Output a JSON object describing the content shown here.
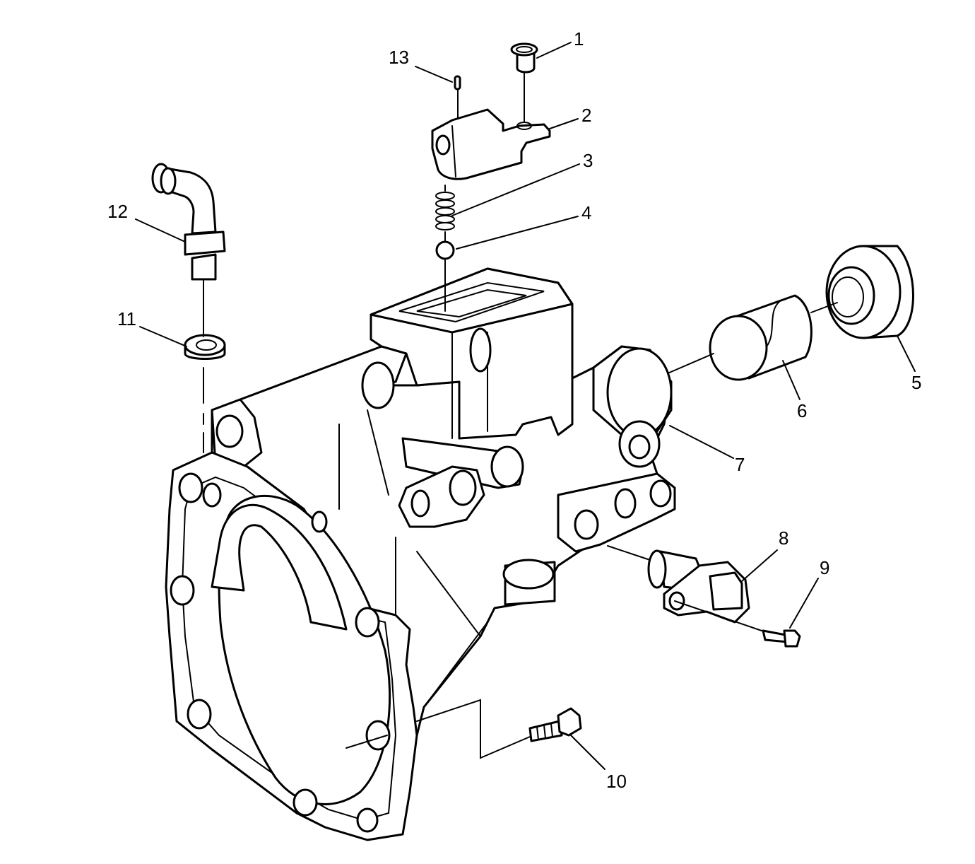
{
  "diagram": {
    "background_color": "#ffffff",
    "line_color": "#000000",
    "callouts": [
      {
        "label": "1"
      },
      {
        "label": "2"
      },
      {
        "label": "3"
      },
      {
        "label": "4"
      },
      {
        "label": "5"
      },
      {
        "label": "6"
      },
      {
        "label": "7"
      },
      {
        "label": "8"
      },
      {
        "label": "9"
      },
      {
        "label": "10"
      },
      {
        "label": "11"
      },
      {
        "label": "12"
      },
      {
        "label": "13"
      }
    ]
  }
}
